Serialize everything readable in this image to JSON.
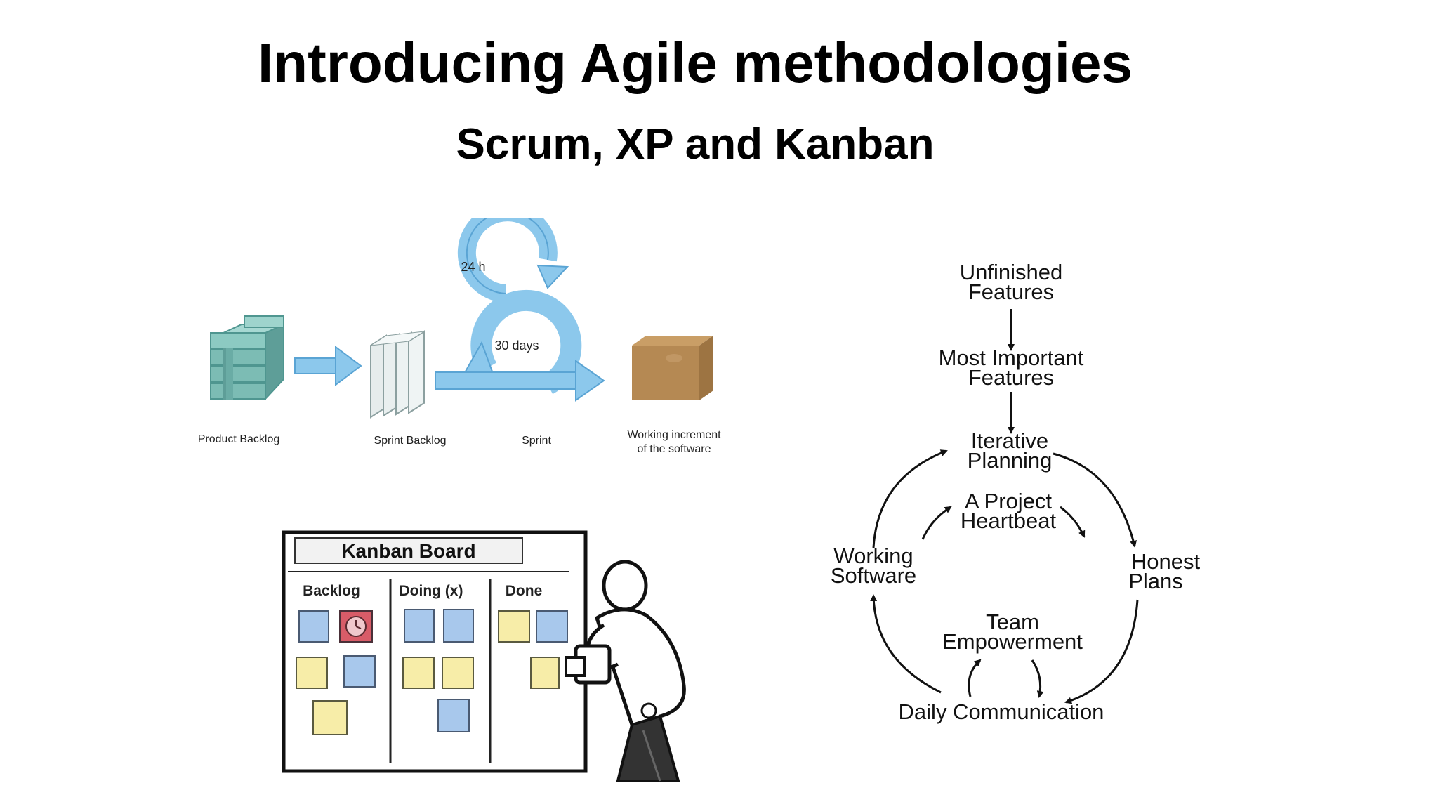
{
  "slide": {
    "title": "Introducing Agile methodologies",
    "subtitle": "Scrum, XP and Kanban"
  },
  "scrum": {
    "daily_loop": "24 h",
    "sprint_loop": "30 days",
    "labels": {
      "product_backlog": "Product Backlog",
      "sprint_backlog": "Sprint Backlog",
      "sprint": "Sprint",
      "increment_line1": "Working increment",
      "increment_line2": "of the software"
    },
    "colors": {
      "arrow_blue": "#8cc8ec",
      "stack_teal": "#7cbcb4",
      "box_brown": "#b58953"
    }
  },
  "kanban": {
    "board_title": "Kanban Board",
    "columns": [
      "Backlog",
      "Doing (x)",
      "Done"
    ],
    "colors": {
      "note_blue": "#a8c8ec",
      "note_yellow": "#f7eda8",
      "note_red": "#d85c68"
    }
  },
  "xp": {
    "unfinished_1": "Unfinished",
    "unfinished_2": "Features",
    "important_1": "Most Important",
    "important_2": "Features",
    "iterative_1": "Iterative",
    "iterative_2": "Planning",
    "heartbeat_1": "A Project",
    "heartbeat_2": "Heartbeat",
    "honest_1": "Honest",
    "honest_2": "Plans",
    "working_1": "Working",
    "working_2": "Software",
    "team_1": "Team",
    "team_2": "Empowerment",
    "daily": "Daily Communication"
  }
}
